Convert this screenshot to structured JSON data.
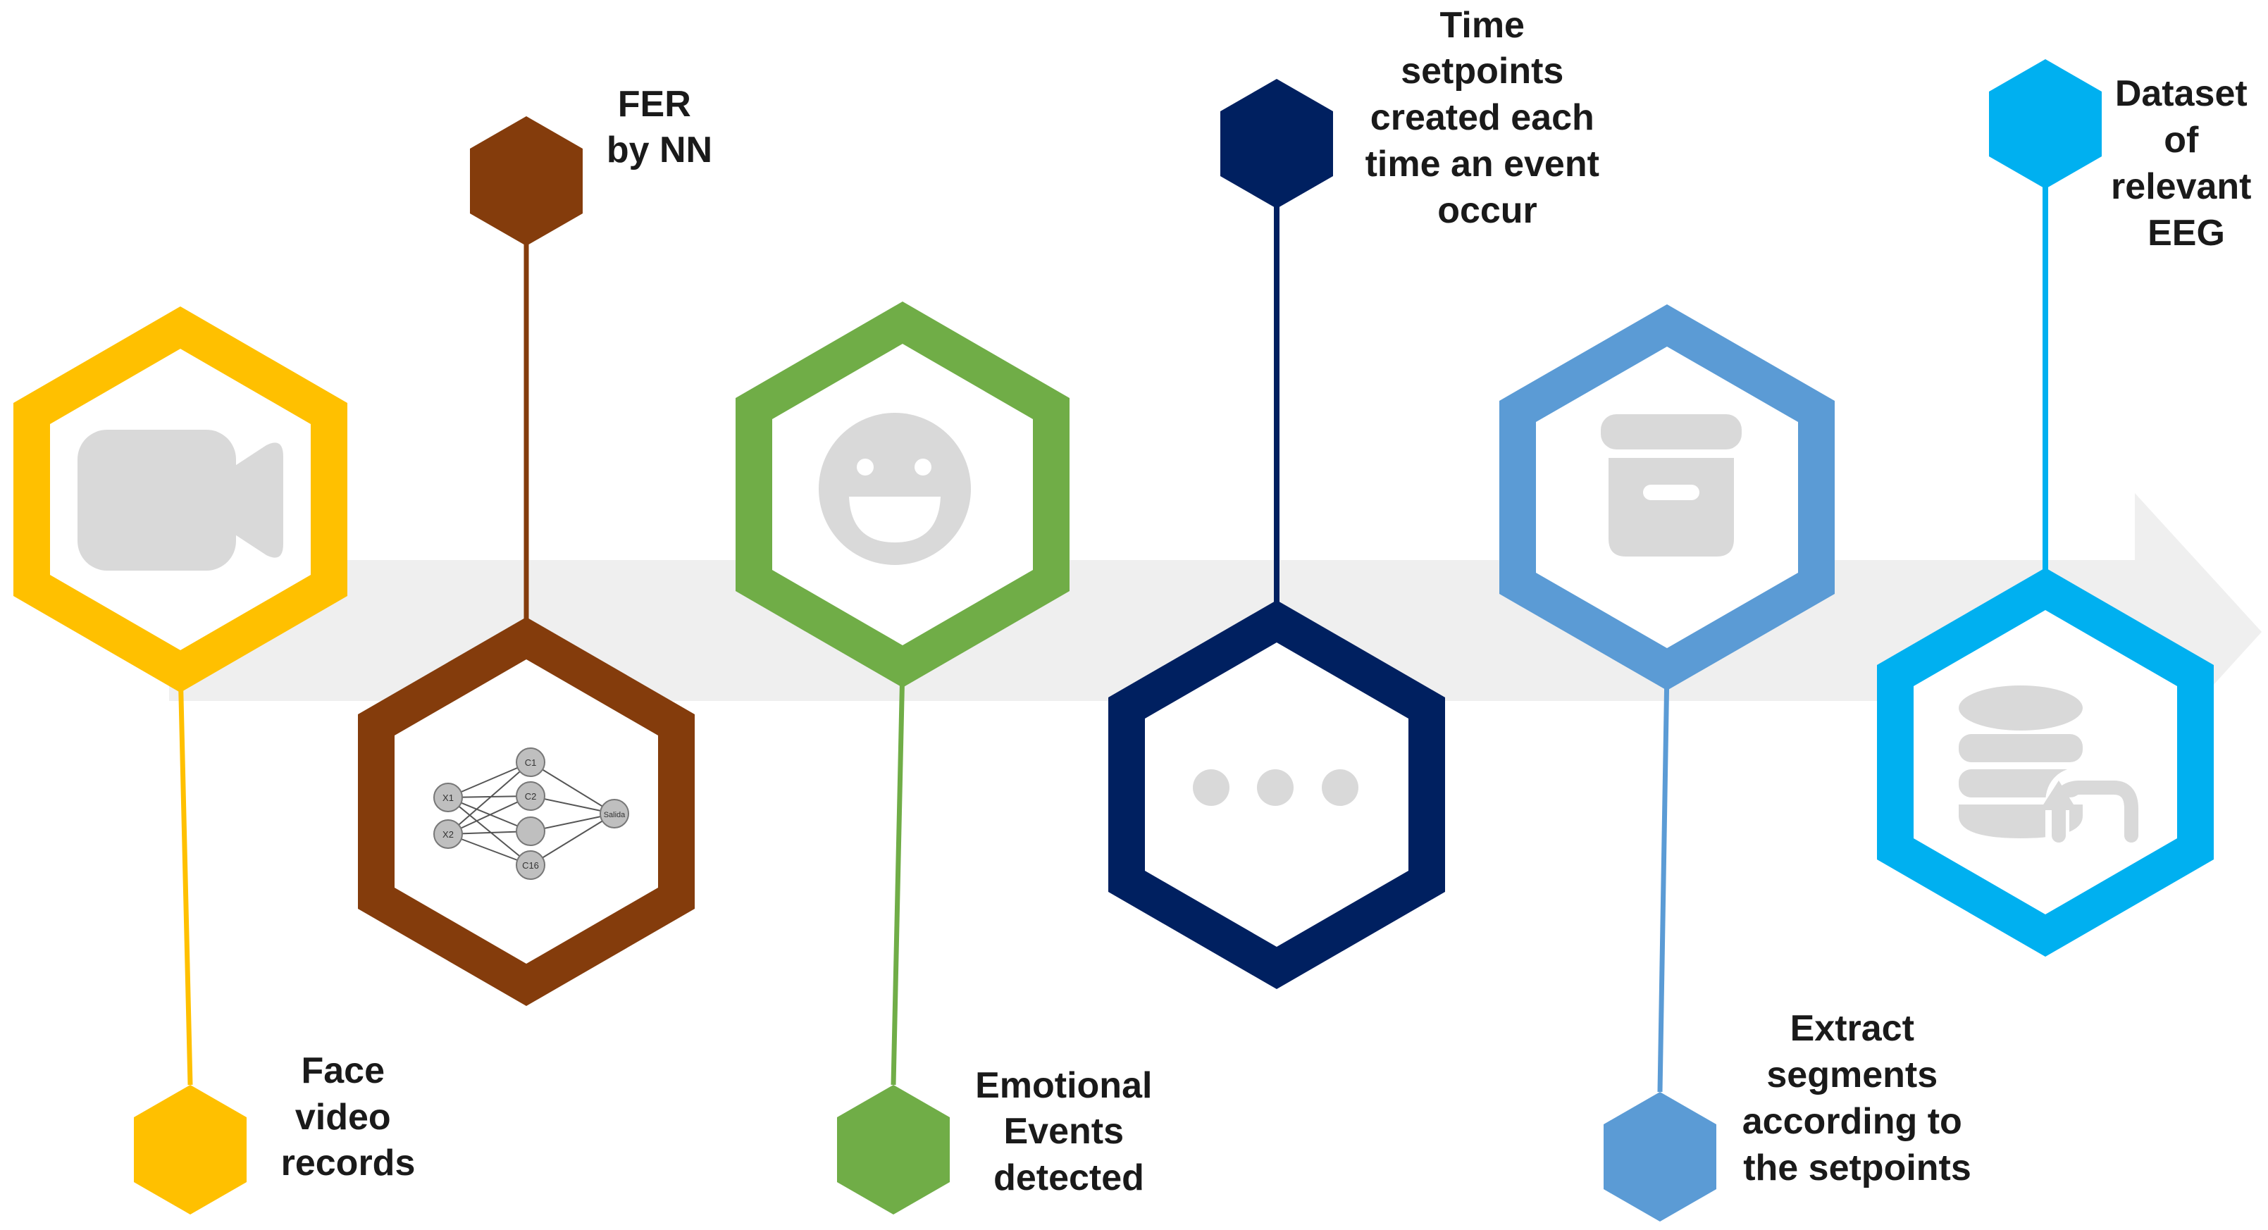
{
  "diagram": {
    "colors": {
      "arrow": "#efefef",
      "icon_gray": "#d9d9d9",
      "hex_fill": "#ffffff"
    },
    "steps": [
      {
        "id": "face-video",
        "color": "#ffc000",
        "icon": "video-camera-icon",
        "label_lines": [
          "Face",
          "video",
          "records"
        ]
      },
      {
        "id": "fer-nn",
        "color": "#843c0c",
        "icon": "neural-network-icon",
        "label_lines": [
          "FER",
          "by NN"
        ],
        "network_nodes": [
          "X1",
          "X2",
          "C1",
          "C2",
          "C16",
          "Salida"
        ]
      },
      {
        "id": "emotional-events",
        "color": "#70ad47",
        "icon": "smiley-face-icon",
        "label_lines": [
          "Emotional",
          "Events",
          "detected"
        ]
      },
      {
        "id": "time-setpoints",
        "color": "#002060",
        "icon": "ellipsis-icon",
        "label_lines": [
          "Time",
          "setpoints",
          "created each",
          "time an event",
          "occur"
        ]
      },
      {
        "id": "extract-segments",
        "color": "#5b9bd5",
        "icon": "archive-box-icon",
        "label_lines": [
          "Extract",
          "segments",
          "according to",
          "the setpoints"
        ]
      },
      {
        "id": "eeg-dataset",
        "color": "#00b0f0",
        "icon": "database-restore-icon",
        "label_lines": [
          "Dataset",
          "of",
          "relevant",
          "EEG"
        ]
      }
    ]
  }
}
